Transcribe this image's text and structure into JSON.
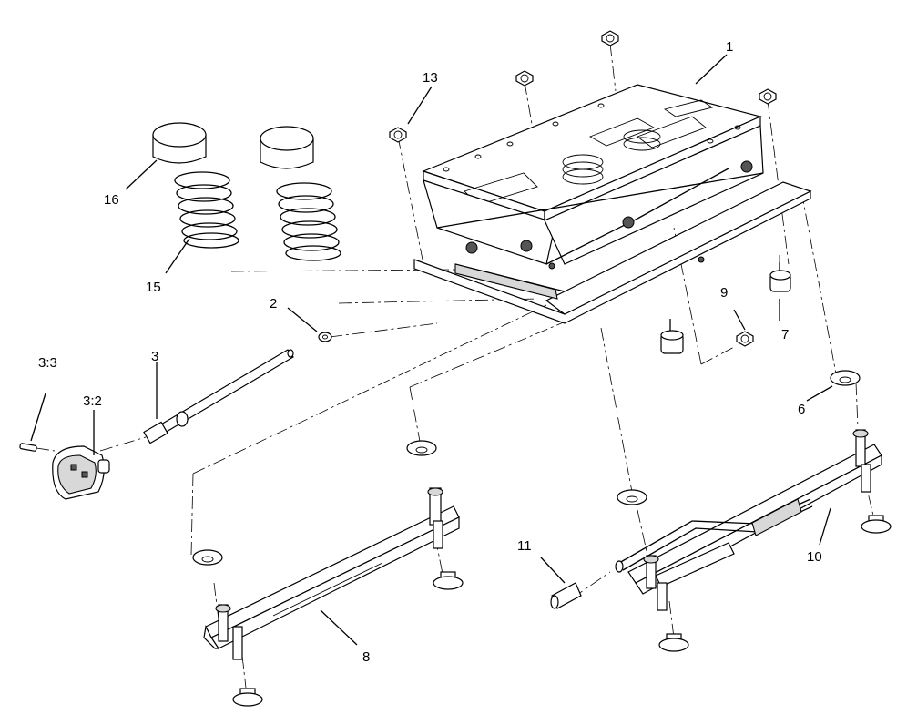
{
  "diagram": {
    "callouts": [
      {
        "id": "1",
        "text": "1"
      },
      {
        "id": "2",
        "text": "2"
      },
      {
        "id": "3",
        "text": "3"
      },
      {
        "id": "3-2",
        "text": "3:2"
      },
      {
        "id": "3-3",
        "text": "3:3"
      },
      {
        "id": "6",
        "text": "6"
      },
      {
        "id": "7",
        "text": "7"
      },
      {
        "id": "8",
        "text": "8"
      },
      {
        "id": "9",
        "text": "9"
      },
      {
        "id": "10",
        "text": "10"
      },
      {
        "id": "11",
        "text": "11"
      },
      {
        "id": "13",
        "text": "13"
      },
      {
        "id": "15",
        "text": "15"
      },
      {
        "id": "16",
        "text": "16"
      }
    ]
  }
}
